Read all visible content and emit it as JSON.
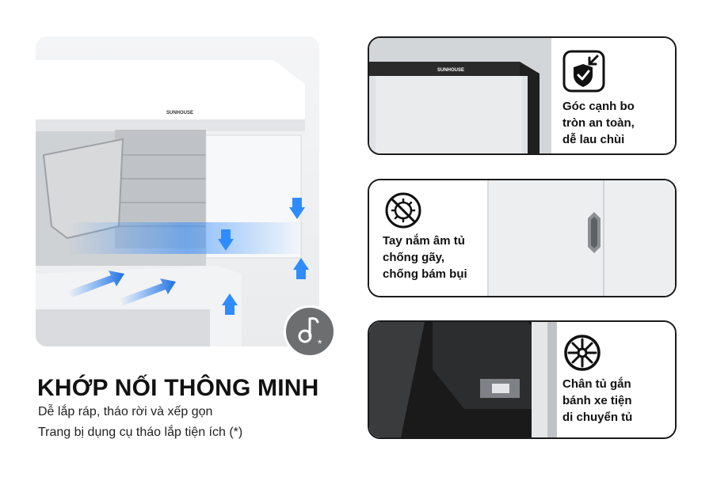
{
  "hero": {
    "brand_mark": "SUNHOUSE",
    "tool_badge_icon": "tool-icon"
  },
  "headline": "KHỚP NỐI THÔNG MINH",
  "subtitle_lines": [
    "Dễ lắp ráp, tháo rời và xếp gọn",
    "Trang bị dụng cụ tháo lắp tiện ích (*)"
  ],
  "features": [
    {
      "icon": "rounded-corner-shield-icon",
      "brand_mark": "SUNHOUSE",
      "lines": [
        "Góc cạnh bo",
        "tròn an toàn,",
        "dễ lau chùi"
      ]
    },
    {
      "icon": "anti-dust-icon",
      "lines": [
        "Tay nắm âm tủ",
        "chống gãy,",
        "chống bám bụi"
      ]
    },
    {
      "icon": "wheel-icon",
      "lines": [
        "Chân tủ gắn",
        "bánh xe tiện",
        "di chuyển tủ"
      ]
    }
  ],
  "colors": {
    "accent_blue": "#2f8cff",
    "card_border": "#1b1b1b",
    "badge_gray": "#6d6e70"
  }
}
